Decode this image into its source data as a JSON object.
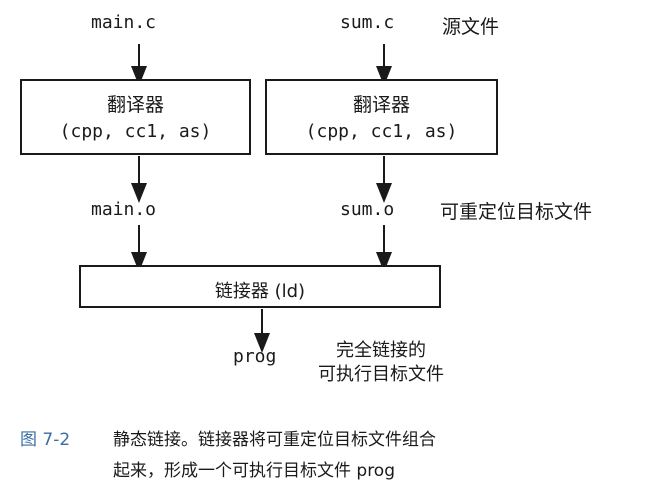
{
  "sources": {
    "left_file": "main.c",
    "right_file": "sum.c",
    "label": "源文件"
  },
  "translators": {
    "left": {
      "title": "翻译器",
      "sub": "(cpp, cc1, as)"
    },
    "right": {
      "title": "翻译器",
      "sub": "(cpp, cc1, as)"
    }
  },
  "objects": {
    "left_file": "main.o",
    "right_file": "sum.o",
    "label": "可重定位目标文件"
  },
  "linker": {
    "label": "链接器 (ld)"
  },
  "output": {
    "file": "prog",
    "label_line1": "完全链接的",
    "label_line2": "可执行目标文件"
  },
  "caption": {
    "figure": "图 7-2",
    "line1": "静态链接。链接器将可重定位目标文件组合",
    "line2": "起来，形成一个可执行目标文件 prog"
  }
}
